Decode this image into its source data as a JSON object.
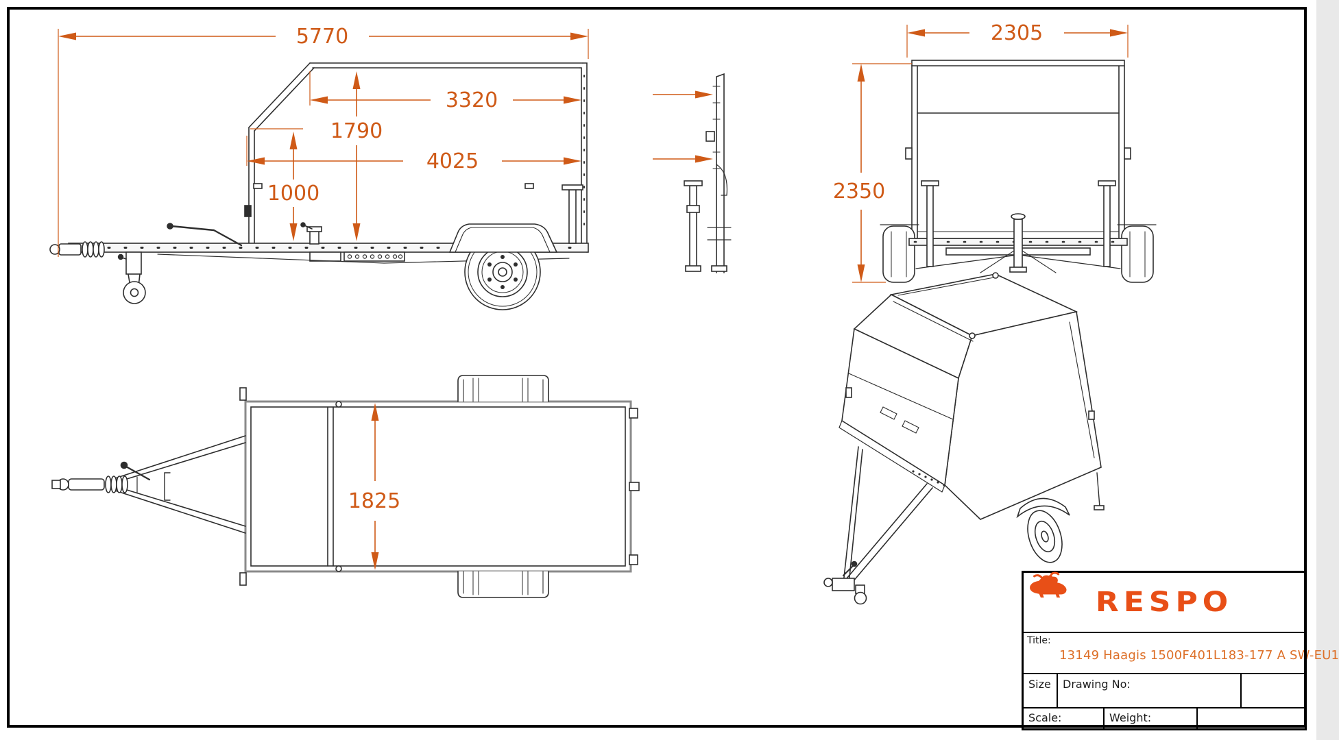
{
  "sheet": {
    "background": "#ffffff",
    "border_color": "#000000"
  },
  "colors": {
    "dimension": "#cf5a17",
    "line": "#2e2e2e",
    "logo_orange": "#e84f17",
    "title_orange": "#dd6f27"
  },
  "views": {
    "side": {
      "name": "side-view",
      "dimensions": {
        "overall_length": "5770",
        "roof_length": "3320",
        "body_height": "1790",
        "bed_length": "4025",
        "front_height": "1000"
      }
    },
    "rear": {
      "name": "rear-view",
      "dimensions": {
        "overall_width": "2305",
        "overall_height": "2350"
      }
    },
    "top": {
      "name": "top-view",
      "dimensions": {
        "inner_width": "1825"
      }
    },
    "isometric": {
      "name": "isometric-view"
    }
  },
  "title_block": {
    "brand": "RESPO",
    "title_label": "Title:",
    "title_value": "13149 Haagis 1500F401L183-177 A SW-EU1",
    "size_label": "Size",
    "drawing_no_label": "Drawing No:",
    "scale_label": "Scale:",
    "weight_label": "Weight:"
  }
}
